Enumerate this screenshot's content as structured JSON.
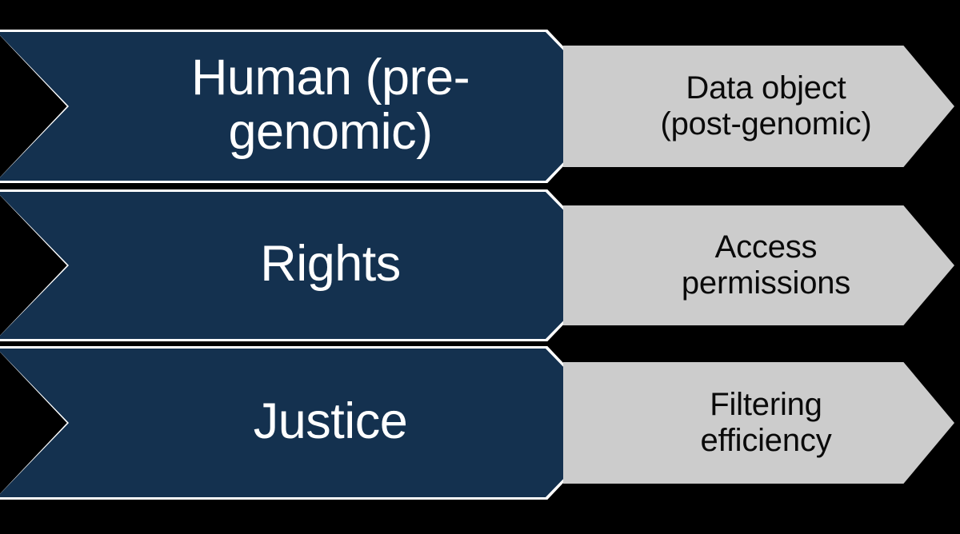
{
  "diagram": {
    "type": "chevron-process-comparison",
    "background_color": "#000000",
    "rows": [
      {
        "primary": {
          "label": "Human (pre-\ngenomic)",
          "fill_color": "#14314F",
          "text_color": "#FFFFFF"
        },
        "secondary": {
          "label": "Data object\n(post-genomic)",
          "fill_color": "#CCCCCC",
          "text_color": "#000000"
        }
      },
      {
        "primary": {
          "label": "Rights",
          "fill_color": "#14314F",
          "text_color": "#FFFFFF"
        },
        "secondary": {
          "label": "Access\npermissions",
          "fill_color": "#CCCCCC",
          "text_color": "#000000"
        }
      },
      {
        "primary": {
          "label": "Justice",
          "fill_color": "#14314F",
          "text_color": "#FFFFFF"
        },
        "secondary": {
          "label": "Filtering\nefficiency",
          "fill_color": "#CCCCCC",
          "text_color": "#000000"
        }
      }
    ]
  }
}
